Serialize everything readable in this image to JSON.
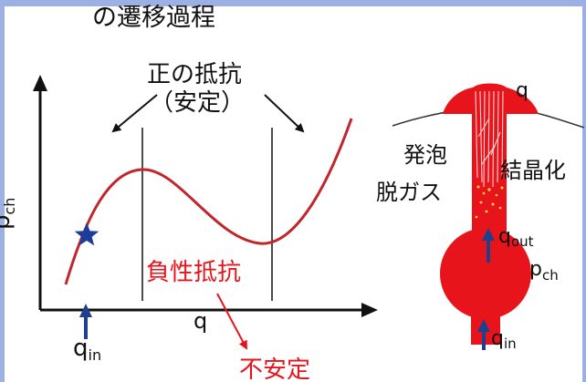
{
  "title": "の遷移過程",
  "axes": {
    "y_label_main": "p",
    "y_label_sub": "ch",
    "x_label": "q"
  },
  "annotations": {
    "positive_resistance": "正の抵抗",
    "stable": "（安定）",
    "negative_resistance": "負性抵抗",
    "unstable": "不安定",
    "q_in_main": "q",
    "q_in_sub": "in"
  },
  "volcano": {
    "q_top": "q",
    "foaming": "発泡",
    "degassing": "脱ガス",
    "crystallization": "結晶化",
    "q_out_main": "q",
    "q_out_sub": "out",
    "p_ch_main": "p",
    "p_ch_sub": "ch",
    "q_in_main": "q",
    "q_in_sub": "in"
  },
  "colors": {
    "frame": "#9db0e4",
    "curve": "#c0262a",
    "highlight_text": "#e8141c",
    "magma": "#e8141c",
    "arrow_blue": "#1f3f8f",
    "star": "#1e3d9a"
  }
}
